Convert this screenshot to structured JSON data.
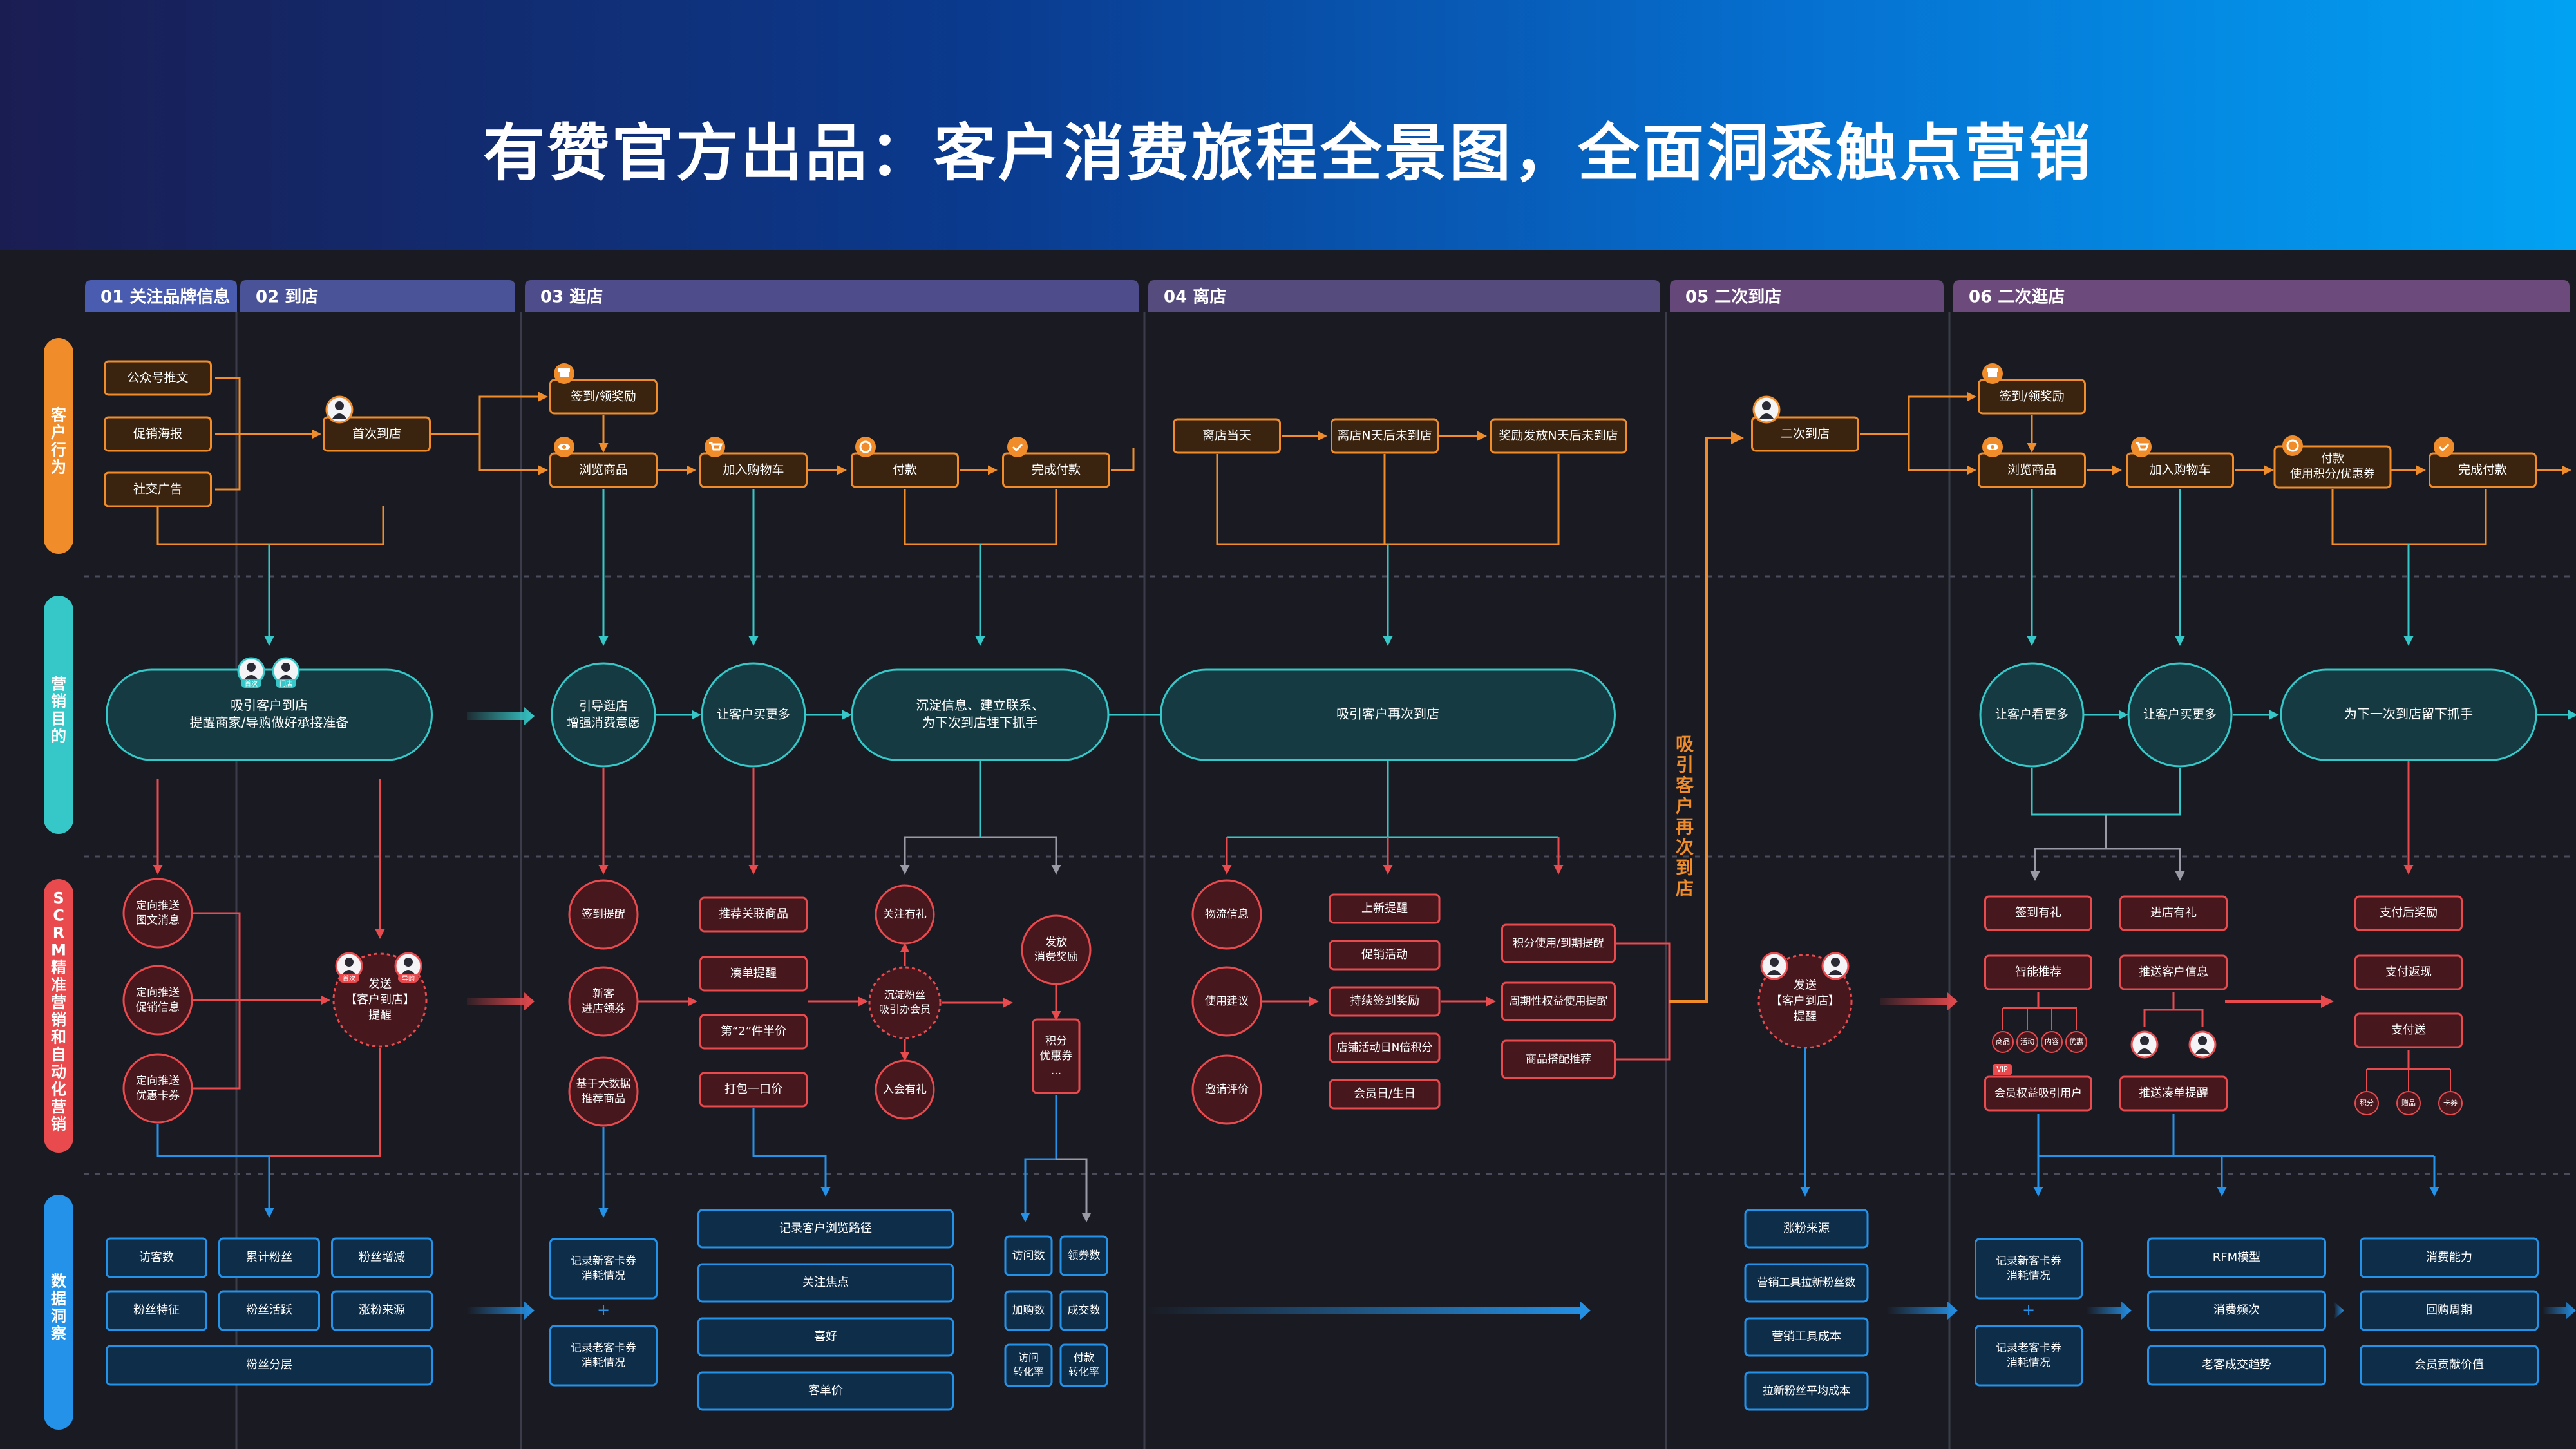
{
  "title": "有赞官方出品：客户消费旅程全景图，全面洞悉触点营销",
  "colors": {
    "orange": "#f08c2a",
    "teal": "#36c8c8",
    "red": "#e84a4e",
    "blue": "#2492e8",
    "node_teal": "#163a42",
    "node_red": "#46181e",
    "node_orange": "#3a2410",
    "node_blue": "#0e2d49",
    "divider": "#4b4d5c"
  },
  "stages": [
    {
      "label": "01 关注品牌信息"
    },
    {
      "label": "02 到店"
    },
    {
      "label": "03 逛店"
    },
    {
      "label": "04 离店"
    },
    {
      "label": "05 二次到店"
    },
    {
      "label": "06 二次逛店"
    }
  ],
  "rows": [
    {
      "label": "客户行为"
    },
    {
      "label": "营销目的"
    },
    {
      "label": "SCRM精准营销和自动化营销"
    },
    {
      "label": "数据洞察"
    }
  ],
  "behavior": [
    {
      "label": "公众号推文"
    },
    {
      "label": "促销海报"
    },
    {
      "label": "社交广告"
    },
    {
      "label": "首次到店"
    },
    {
      "label": "签到/领奖励"
    },
    {
      "label": "浏览商品"
    },
    {
      "label": "加入购物车"
    },
    {
      "label": "付款"
    },
    {
      "label": "完成付款"
    },
    {
      "label": "离店当天"
    },
    {
      "label": "离店N天后未到店"
    },
    {
      "label": "奖励发放N天后未到店"
    },
    {
      "label": "二次到店"
    },
    {
      "label": "签到/领奖励"
    },
    {
      "label": "浏览商品"
    },
    {
      "label": "加入购物车"
    },
    {
      "label": "付款",
      "sub": "使用积分/优惠券"
    },
    {
      "label": "完成付款"
    }
  ],
  "goals": [
    {
      "label": "吸引客户到店",
      "sub": "提醒商家/导购做好承接准备"
    },
    {
      "label": "引导逛店",
      "sub": "增强消费意愿"
    },
    {
      "label": "让客户买更多"
    },
    {
      "label": "沉淀信息、建立联系、",
      "sub": "为下次到店埋下抓手"
    },
    {
      "label": "吸引客户再次到店"
    },
    {
      "label": "让客户看更多"
    },
    {
      "label": "让客户买更多"
    },
    {
      "label": "为下一次到店留下抓手"
    }
  ],
  "scrm": [
    {
      "label": "定向推送",
      "sub": "图文消息"
    },
    {
      "label": "定向推送",
      "sub": "促销信息"
    },
    {
      "label": "定向推送",
      "sub": "优惠卡券"
    },
    {
      "label": "发送",
      "sub": "【客户到店】",
      "sub2": "提醒"
    },
    {
      "label": "签到提醒"
    },
    {
      "label": "新客",
      "sub": "进店领券"
    },
    {
      "label": "基于大数据",
      "sub": "推荐商品"
    },
    {
      "label": "推荐关联商品"
    },
    {
      "label": "凑单提醒"
    },
    {
      "label": "第“2”件半价"
    },
    {
      "label": "打包一口价"
    },
    {
      "label": "关注有礼"
    },
    {
      "label": "沉淀粉丝",
      "sub": "吸引办会员"
    },
    {
      "label": "入会有礼"
    },
    {
      "label": "发放",
      "sub": "消费奖励"
    },
    {
      "label": "积分",
      "sub": "优惠券",
      "sub2": "..."
    },
    {
      "label": "物流信息"
    },
    {
      "label": "使用建议"
    },
    {
      "label": "邀请评价"
    },
    {
      "label": "上新提醒"
    },
    {
      "label": "促销活动"
    },
    {
      "label": "持续签到奖励"
    },
    {
      "label": "店铺活动日N倍积分"
    },
    {
      "label": "会员日/生日"
    },
    {
      "label": "积分使用/到期提醒"
    },
    {
      "label": "周期性权益使用提醒"
    },
    {
      "label": "商品搭配推荐"
    },
    {
      "label": "发送",
      "sub": "【客户到店】",
      "sub2": "提醒"
    },
    {
      "label": "签到有礼"
    },
    {
      "label": "智能推荐"
    },
    {
      "label": "会员权益吸引用户"
    },
    {
      "label": "进店有礼"
    },
    {
      "label": "推送客户信息"
    },
    {
      "label": "推送凑单提醒"
    },
    {
      "label": "支付后奖励"
    },
    {
      "label": "支付返现"
    },
    {
      "label": "支付送"
    }
  ],
  "tags": [
    "商品",
    "活动",
    "内容",
    "优惠",
    "积分",
    "赠品",
    "卡券"
  ],
  "avatar_badges": [
    "首次",
    "门店",
    "首次",
    "导购"
  ],
  "vip_badge": "VIP",
  "side_label": "吸引客户再次到店",
  "data": [
    {
      "label": "访客数"
    },
    {
      "label": "累计粉丝"
    },
    {
      "label": "粉丝增减"
    },
    {
      "label": "粉丝特征"
    },
    {
      "label": "粉丝活跃"
    },
    {
      "label": "涨粉来源"
    },
    {
      "label": "粉丝分层"
    },
    {
      "label": "记录新客卡券",
      "sub": "消耗情况"
    },
    {
      "label": "记录老客卡券",
      "sub": "消耗情况"
    },
    {
      "label": "记录客户浏览路径"
    },
    {
      "label": "关注焦点"
    },
    {
      "label": "喜好"
    },
    {
      "label": "客单价"
    },
    {
      "label": "访问数"
    },
    {
      "label": "领券数"
    },
    {
      "label": "加购数"
    },
    {
      "label": "成交数"
    },
    {
      "label": "访问",
      "sub": "转化率"
    },
    {
      "label": "付款",
      "sub": "转化率"
    },
    {
      "label": "涨粉来源"
    },
    {
      "label": "营销工具拉新粉丝数"
    },
    {
      "label": "营销工具成本"
    },
    {
      "label": "拉新粉丝平均成本"
    },
    {
      "label": "记录新客卡券",
      "sub": "消耗情况"
    },
    {
      "label": "记录老客卡券",
      "sub": "消耗情况"
    },
    {
      "label": "RFM模型"
    },
    {
      "label": "消费频次"
    },
    {
      "label": "老客成交趋势"
    },
    {
      "label": "消费能力"
    },
    {
      "label": "回购周期"
    },
    {
      "label": "会员贡献价值"
    }
  ],
  "plus": "+"
}
